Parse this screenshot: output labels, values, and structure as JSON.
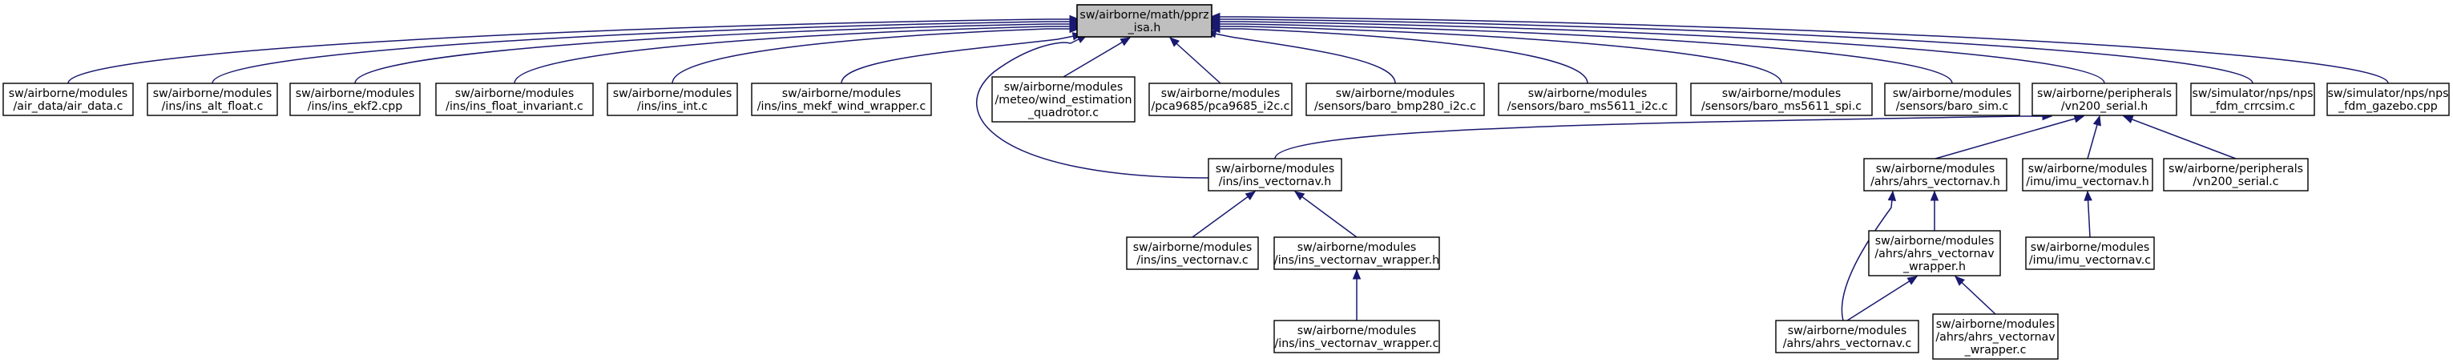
{
  "diagram": {
    "type": "include-dependency-graph",
    "colors": {
      "edge": "#191970",
      "root_fill": "#bfbfbf",
      "node_fill": "#ffffff",
      "border": "#000000"
    },
    "nodes": [
      {
        "id": "pprz_isa_h",
        "root": true,
        "lines": [
          "sw/airborne/math/pprz",
          "_isa.h"
        ]
      },
      {
        "id": "air_data_c",
        "lines": [
          "sw/airborne/modules",
          "/air_data/air_data.c"
        ]
      },
      {
        "id": "ins_alt_float_c",
        "lines": [
          "sw/airborne/modules",
          "/ins/ins_alt_float.c"
        ]
      },
      {
        "id": "ins_ekf2_cpp",
        "lines": [
          "sw/airborne/modules",
          "/ins/ins_ekf2.cpp"
        ]
      },
      {
        "id": "ins_float_invariant_c",
        "lines": [
          "sw/airborne/modules",
          "/ins/ins_float_invariant.c"
        ]
      },
      {
        "id": "ins_int_c",
        "lines": [
          "sw/airborne/modules",
          "/ins/ins_int.c"
        ]
      },
      {
        "id": "ins_mekf_wind_wrapper_c",
        "lines": [
          "sw/airborne/modules",
          "/ins/ins_mekf_wind_wrapper.c"
        ]
      },
      {
        "id": "wind_estimation_quadrotor_c",
        "lines": [
          "sw/airborne/modules",
          "/meteo/wind_estimation",
          "_quadrotor.c"
        ]
      },
      {
        "id": "pca9685_i2c_c",
        "lines": [
          "sw/airborne/modules",
          "/pca9685/pca9685_i2c.c"
        ]
      },
      {
        "id": "baro_bmp280_i2c_c",
        "lines": [
          "sw/airborne/modules",
          "/sensors/baro_bmp280_i2c.c"
        ]
      },
      {
        "id": "baro_ms5611_i2c_c",
        "lines": [
          "sw/airborne/modules",
          "/sensors/baro_ms5611_i2c.c"
        ]
      },
      {
        "id": "baro_ms5611_spi_c",
        "lines": [
          "sw/airborne/modules",
          "/sensors/baro_ms5611_spi.c"
        ]
      },
      {
        "id": "baro_sim_c",
        "lines": [
          "sw/airborne/modules",
          "/sensors/baro_sim.c"
        ]
      },
      {
        "id": "vn200_serial_h",
        "lines": [
          "sw/airborne/peripherals",
          "/vn200_serial.h"
        ]
      },
      {
        "id": "nps_fdm_crrcsim_c",
        "lines": [
          "sw/simulator/nps/nps",
          "_fdm_crrcsim.c"
        ]
      },
      {
        "id": "nps_fdm_gazebo_cpp",
        "lines": [
          "sw/simulator/nps/nps",
          "_fdm_gazebo.cpp"
        ]
      },
      {
        "id": "ins_vectornav_h",
        "lines": [
          "sw/airborne/modules",
          "/ins/ins_vectornav.h"
        ]
      },
      {
        "id": "ahrs_vectornav_h",
        "lines": [
          "sw/airborne/modules",
          "/ahrs/ahrs_vectornav.h"
        ]
      },
      {
        "id": "imu_vectornav_h",
        "lines": [
          "sw/airborne/modules",
          "/imu/imu_vectornav.h"
        ]
      },
      {
        "id": "vn200_serial_c",
        "lines": [
          "sw/airborne/peripherals",
          "/vn200_serial.c"
        ]
      },
      {
        "id": "ins_vectornav_c",
        "lines": [
          "sw/airborne/modules",
          "/ins/ins_vectornav.c"
        ]
      },
      {
        "id": "ins_vectornav_wrapper_h",
        "lines": [
          "sw/airborne/modules",
          "/ins/ins_vectornav_wrapper.h"
        ]
      },
      {
        "id": "ahrs_vectornav_wrapper_h",
        "lines": [
          "sw/airborne/modules",
          "/ahrs/ahrs_vectornav",
          "_wrapper.h"
        ]
      },
      {
        "id": "imu_vectornav_c",
        "lines": [
          "sw/airborne/modules",
          "/imu/imu_vectornav.c"
        ]
      },
      {
        "id": "ins_vectornav_wrapper_c",
        "lines": [
          "sw/airborne/modules",
          "/ins/ins_vectornav_wrapper.c"
        ]
      },
      {
        "id": "ahrs_vectornav_c",
        "lines": [
          "sw/airborne/modules",
          "/ahrs/ahrs_vectornav.c"
        ]
      },
      {
        "id": "ahrs_vectornav_wrapper_c",
        "lines": [
          "sw/airborne/modules",
          "/ahrs/ahrs_vectornav",
          "_wrapper.c"
        ]
      }
    ],
    "edges": [
      {
        "from": "air_data_c",
        "to": "pprz_isa_h"
      },
      {
        "from": "ins_alt_float_c",
        "to": "pprz_isa_h"
      },
      {
        "from": "ins_ekf2_cpp",
        "to": "pprz_isa_h"
      },
      {
        "from": "ins_float_invariant_c",
        "to": "pprz_isa_h"
      },
      {
        "from": "ins_int_c",
        "to": "pprz_isa_h"
      },
      {
        "from": "ins_mekf_wind_wrapper_c",
        "to": "pprz_isa_h"
      },
      {
        "from": "ins_vectornav_h",
        "to": "pprz_isa_h"
      },
      {
        "from": "wind_estimation_quadrotor_c",
        "to": "pprz_isa_h"
      },
      {
        "from": "pca9685_i2c_c",
        "to": "pprz_isa_h"
      },
      {
        "from": "baro_bmp280_i2c_c",
        "to": "pprz_isa_h"
      },
      {
        "from": "baro_ms5611_i2c_c",
        "to": "pprz_isa_h"
      },
      {
        "from": "baro_ms5611_spi_c",
        "to": "pprz_isa_h"
      },
      {
        "from": "baro_sim_c",
        "to": "pprz_isa_h"
      },
      {
        "from": "vn200_serial_h",
        "to": "pprz_isa_h"
      },
      {
        "from": "nps_fdm_crrcsim_c",
        "to": "pprz_isa_h"
      },
      {
        "from": "nps_fdm_gazebo_cpp",
        "to": "pprz_isa_h"
      },
      {
        "from": "ins_vectornav_h",
        "to": "vn200_serial_h"
      },
      {
        "from": "ahrs_vectornav_h",
        "to": "vn200_serial_h"
      },
      {
        "from": "imu_vectornav_h",
        "to": "vn200_serial_h"
      },
      {
        "from": "vn200_serial_c",
        "to": "vn200_serial_h"
      },
      {
        "from": "ins_vectornav_c",
        "to": "ins_vectornav_h"
      },
      {
        "from": "ins_vectornav_wrapper_h",
        "to": "ins_vectornav_h"
      },
      {
        "from": "ins_vectornav_wrapper_c",
        "to": "ins_vectornav_wrapper_h"
      },
      {
        "from": "ahrs_vectornav_wrapper_h",
        "to": "ahrs_vectornav_h"
      },
      {
        "from": "ahrs_vectornav_c",
        "to": "ahrs_vectornav_h"
      },
      {
        "from": "ahrs_vectornav_c",
        "to": "ahrs_vectornav_wrapper_h"
      },
      {
        "from": "ahrs_vectornav_wrapper_c",
        "to": "ahrs_vectornav_wrapper_h"
      },
      {
        "from": "imu_vectornav_c",
        "to": "imu_vectornav_h"
      }
    ]
  }
}
